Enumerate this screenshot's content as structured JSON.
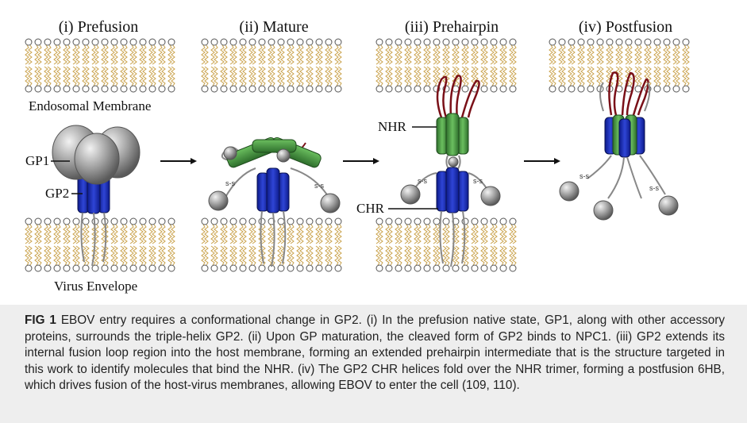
{
  "stages": [
    {
      "title": "(i) Prefusion"
    },
    {
      "title": "(ii) Mature"
    },
    {
      "title": "(iii) Prehairpin"
    },
    {
      "title": "(iv) Postfusion"
    }
  ],
  "labels": {
    "endosomal_membrane": "Endosomal Membrane",
    "virus_envelope": "Virus Envelope",
    "gp1": "GP1",
    "gp2": "GP2",
    "nhr": "NHR",
    "chr": "CHR",
    "disulfide": "s-s"
  },
  "colors": {
    "lipid_tail": "#c9a24a",
    "gp2_helix": "#1f2fb8",
    "nhr_helix": "#4c9a45",
    "gp1_globule": "#9a9a9a",
    "fusion_loop": "#7a1018"
  },
  "caption": {
    "fig_number": "FIG 1",
    "text": "EBOV entry requires a conformational change in GP2. (i) In the prefusion native state, GP1, along with other accessory proteins, surrounds the triple-helix GP2. (ii) Upon GP maturation, the cleaved form of GP2 binds to NPC1. (iii) GP2 extends its internal fusion loop region into the host membrane, forming an extended prehairpin intermediate that is the structure targeted in this work to identify molecules that bind the NHR. (iv) The GP2 CHR helices fold over the NHR trimer, forming a postfusion 6HB, which drives fusion of the host-virus membranes, allowing EBOV to enter the cell (109, 110)."
  }
}
